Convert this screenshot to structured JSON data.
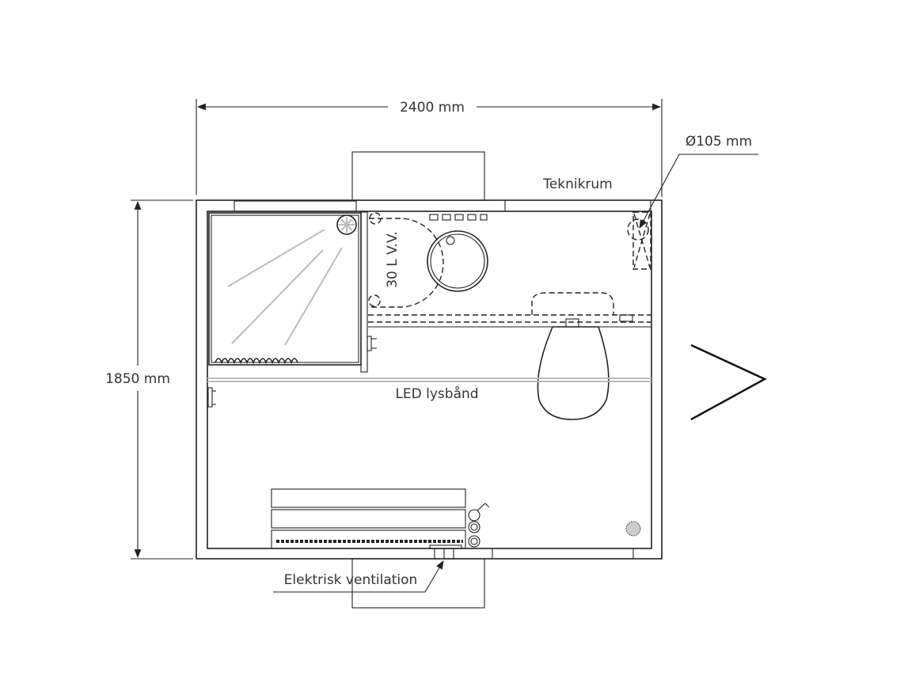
{
  "title": "Floor plan",
  "dimensions": {
    "width_label": "2400 mm",
    "height_label": "1850 mm",
    "vent_diameter_label": "Ø105 mm"
  },
  "labels": {
    "technical_room": "Teknikrum",
    "water_heater": "30 L V.V.",
    "led_strip": "LED lysbånd",
    "electric_ventilation": "Elektrisk ventilation"
  },
  "colors": {
    "line": "#222222",
    "accent_grey": "#bbbbbb"
  }
}
